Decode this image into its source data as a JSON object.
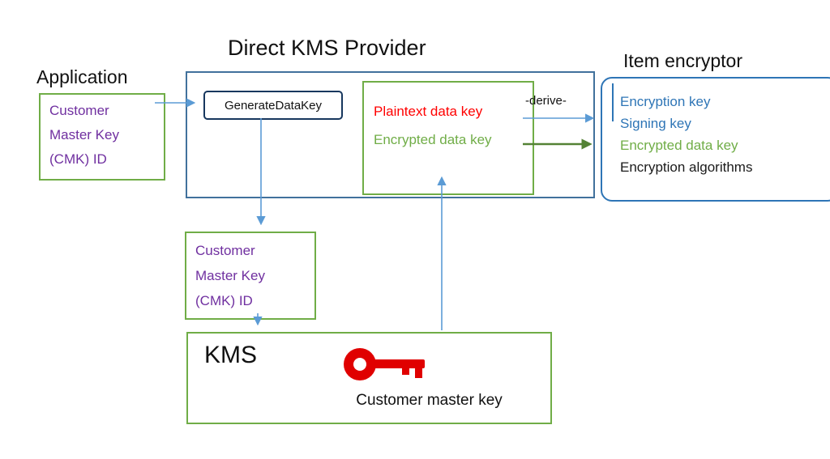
{
  "title": "Direct KMS Provider",
  "labels": {
    "application": "Application",
    "item_encryptor": "Item encryptor",
    "derive": "-derive-"
  },
  "application_cmk_box": {
    "lines": [
      "Customer",
      "Master Key",
      "(CMK) ID"
    ]
  },
  "generate_data_key_box": {
    "label": "GenerateDataKey"
  },
  "data_key_box": {
    "plaintext_key": "Plaintext data key",
    "encrypted_key": "Encrypted data key"
  },
  "item_encryptor_box": {
    "encryption_key": "Encryption key",
    "signing_key": "Signing key",
    "encrypted_data_key": "Encrypted data key",
    "encryption_algorithms": "Encryption algorithms"
  },
  "kms_cmk_box": {
    "lines": [
      "Customer",
      "Master Key",
      "(CMK) ID"
    ]
  },
  "kms_box": {
    "title": "KMS",
    "key_caption": "Customer master key"
  },
  "icons": {
    "kms_key": "key-icon"
  },
  "colors": {
    "green_border": "#70AD47",
    "provider_border": "#41719C",
    "encryptor_border": "#2E75B6",
    "generate_border": "#17375E",
    "purple_text": "#7030A0",
    "red_text": "#FF0000",
    "green_text": "#70AD47",
    "blue_text": "#2E75B6",
    "arrow_blue": "#5B9BD5",
    "arrow_green": "#548235",
    "key_red": "#E00000"
  }
}
